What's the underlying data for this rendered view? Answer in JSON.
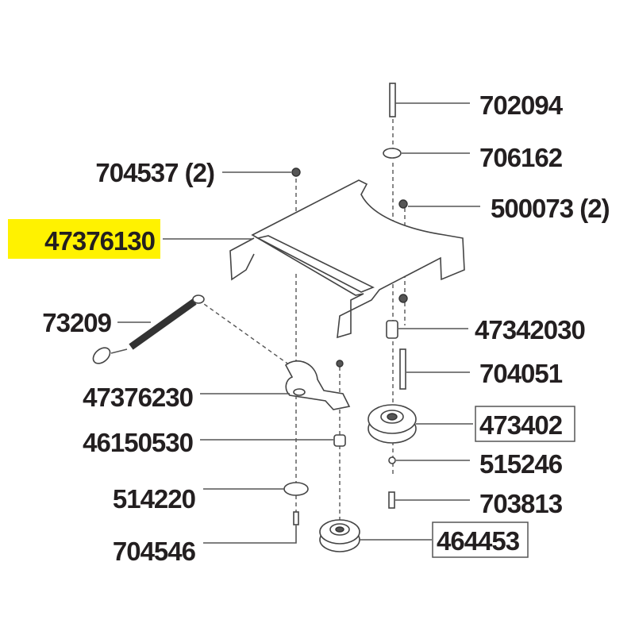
{
  "diagram": {
    "highlight_color": "#fff200",
    "labels": {
      "p702094": "702094",
      "p706162": "706162",
      "p704537": "704537 (2)",
      "p500073": "500073 (2)",
      "p47376130": "47376130",
      "p73209": "73209",
      "p47342030": "47342030",
      "p704051": "704051",
      "p47376230": "47376230",
      "p473402": "473402",
      "p46150530": "46150530",
      "p515246": "515246",
      "p514220": "514220",
      "p703813": "703813",
      "p704546": "704546",
      "p464453": "464453"
    }
  }
}
